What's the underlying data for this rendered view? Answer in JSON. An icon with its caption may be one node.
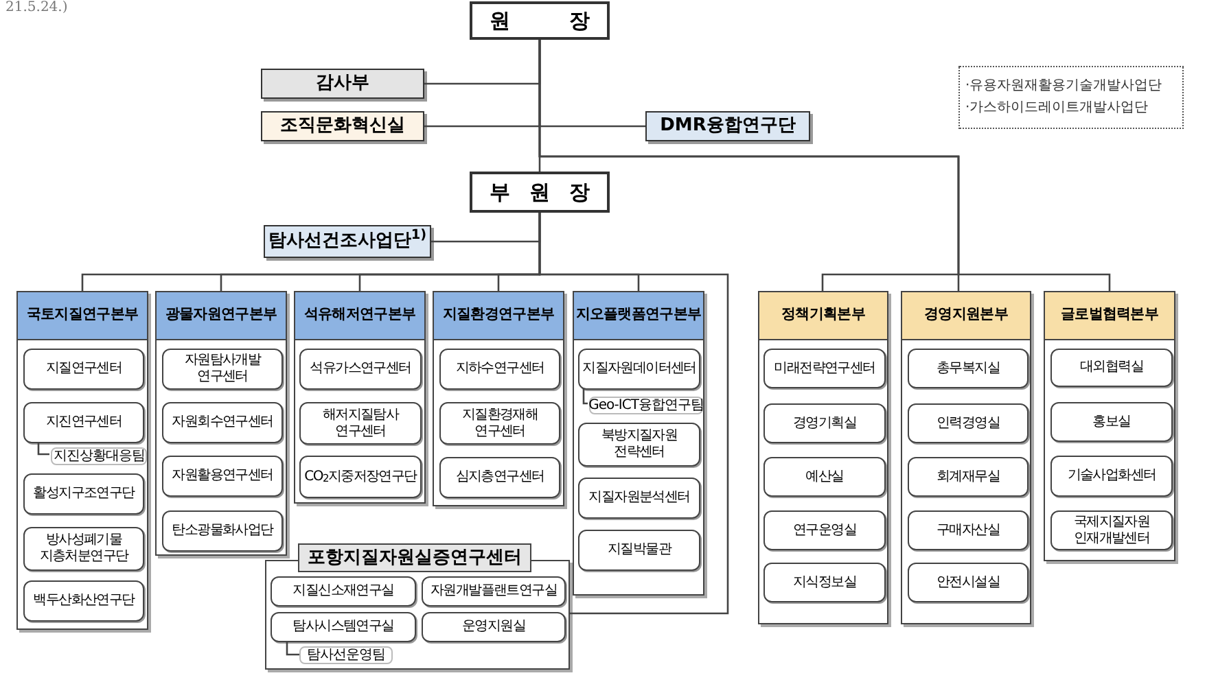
{
  "diagram": {
    "nodes": [
      {
        "text": [
          "원 장"
        ]
      },
      {
        "text": [
          "감사부"
        ]
      },
      {
        "text": [
          "조직문화혁신실"
        ]
      },
      {
        "text": [
          "DMR융합연구단"
        ]
      },
      {
        "text": [
          "·유용자원재활용기술개발사업단",
          "·가스하이드레이트개발사업단"
        ]
      },
      {
        "text": [
          "부 원 장"
        ]
      },
      {
        "text": [
          "탐사선건조사업단$^{1)}$"
        ]
      },
      {
        "text": [
          "국토지질연구본부"
        ]
      },
      {
        "text": [
          "지질연구센터"
        ],
        "in": 7
      },
      {
        "text": [
          "지진연구센터"
        ],
        "in": 7
      },
      {
        "text": [
          "지진상황대응팀"
        ],
        "in": 7
      },
      {
        "text": [
          "활성지구조연구단"
        ],
        "in": 7
      },
      {
        "text": [
          "방사성폐기물 지층처분연구단"
        ],
        "in": 7
      },
      {
        "text": [
          "백두산화산연구단"
        ],
        "in": 7
      },
      {
        "text": [
          "광물자원연구본부"
        ]
      },
      {
        "text": [
          "자원탐사개발 연구센터"
        ],
        "in": 14
      },
      {
        "text": [
          "자원회수연구센터"
        ],
        "in": 14
      },
      {
        "text": [
          "자원활용연구센터"
        ],
        "in": 14
      },
      {
        "text": [
          "탄소광물화사업단"
        ],
        "in": 14
      },
      {
        "text": [
          "석유해저연구본부"
        ]
      },
      {
        "text": [
          "석유가스연구센터"
        ],
        "in": 19
      },
      {
        "text": [
          "해저지질탐사 연구센터"
        ],
        "in": 19
      },
      {
        "text": [
          "CO$_{2}$지중저장연구단"
        ],
        "in": 19
      },
      {
        "text": [
          "지질환경연구본부"
        ]
      },
      {
        "text": [
          "지하수연구센터"
        ],
        "in": 23
      },
      {
        "text": [
          "지질환경재해 연구센터"
        ],
        "in": 23
      },
      {
        "text": [
          "심지층연구센터"
        ],
        "in": 23
      },
      {
        "text": [
          "지오플랫폼연구본부"
        ]
      },
      {
        "text": [
          "지질자원데이터센터"
        ],
        "in": 27
      },
      {
        "text": [
          "Geo-ICT융합연구팀"
        ],
        "in": 27
      },
      {
        "text": [
          "북방지질자원 전략센터"
        ],
        "in": 27
      },
      {
        "text": [
          "지질자원분석센터"
        ],
        "in": 27
      },
      {
        "text": [
          "지질박물관"
        ],
        "in": 27
      },
      {
        "text": [
          "포항지질자원실증연구센터"
        ]
      },
      {
        "text": [
          "지질신소재연구실"
        ],
        "in": 33
      },
      {
        "text": [
          "자원개발플랜트연구실"
        ],
        "in": 33
      },
      {
        "text": [
          "탐사시스템연구실"
        ],
        "in": 33
      },
      {
        "text": [
          "운영지원실"
        ],
        "in": 33
      },
      {
        "text": [
          "탐사선운영팀"
        ],
        "in": 33
      },
      {
        "text": [
          "정책기획본부"
        ]
      },
      {
        "text": [
          "미래전략연구센터"
        ],
        "in": 39
      },
      {
        "text": [
          "경영기획실"
        ],
        "in": 39
      },
      {
        "text": [
          "예산실"
        ],
        "in": 39
      },
      {
        "text": [
          "연구운영실"
        ],
        "in": 39
      },
      {
        "text": [
          "지식정보실"
        ],
        "in": 39
      },
      {
        "text": [
          "경영지원본부"
        ]
      },
      {
        "text": [
          "총무복지실"
        ],
        "in": 45
      },
      {
        "text": [
          "인력경영실"
        ],
        "in": 45
      },
      {
        "text": [
          "회계재무실"
        ],
        "in": 45
      },
      {
        "text": [
          "구매자산실"
        ],
        "in": 45
      },
      {
        "text": [
          "안전시설실"
        ],
        "in": 45
      },
      {
        "text": [
          "글로벌협력본부"
        ]
      },
      {
        "text": [
          "대외협력실"
        ],
        "in": 51
      },
      {
        "text": [
          "홍보실"
        ],
        "in": 51
      },
      {
        "text": [
          "기술사업화센터"
        ],
        "in": 51
      },
      {
        "text": [
          "국제지질자원 인재개발센터"
        ],
        "in": 51
      }
    ],
    "edges": [
      {
        "from": 0,
        "to": 1,
        "arrow": "none"
      },
      {
        "from": 0,
        "to": 2,
        "arrow": "none"
      },
      {
        "from": 0,
        "to": 3,
        "arrow": "none"
      },
      {
        "from": 0,
        "to": 5,
        "arrow": "none"
      },
      {
        "from": 0,
        "to": 39,
        "arrow": "none"
      },
      {
        "from": 0,
        "to": 45,
        "arrow": "none"
      },
      {
        "from": 0,
        "to": 51,
        "arrow": "none"
      },
      {
        "from": 5,
        "to": 6,
        "arrow": "none"
      },
      {
        "from": 5,
        "to": 7,
        "arrow": "none"
      },
      {
        "from": 5,
        "to": 14,
        "arrow": "none"
      },
      {
        "from": 5,
        "to": 19,
        "arrow": "none"
      },
      {
        "from": 5,
        "to": 23,
        "arrow": "none"
      },
      {
        "from": 5,
        "to": 27,
        "arrow": "none"
      },
      {
        "from": 5,
        "to": 33,
        "arrow": "none"
      },
      {
        "from": 9,
        "to": 10,
        "arrow": "none"
      },
      {
        "from": 28,
        "to": 29,
        "arrow": "none"
      },
      {
        "from": 36,
        "to": 38,
        "arrow": "none"
      }
    ],
    "labels": [
      "21.5.24.)"
    ]
  }
}
